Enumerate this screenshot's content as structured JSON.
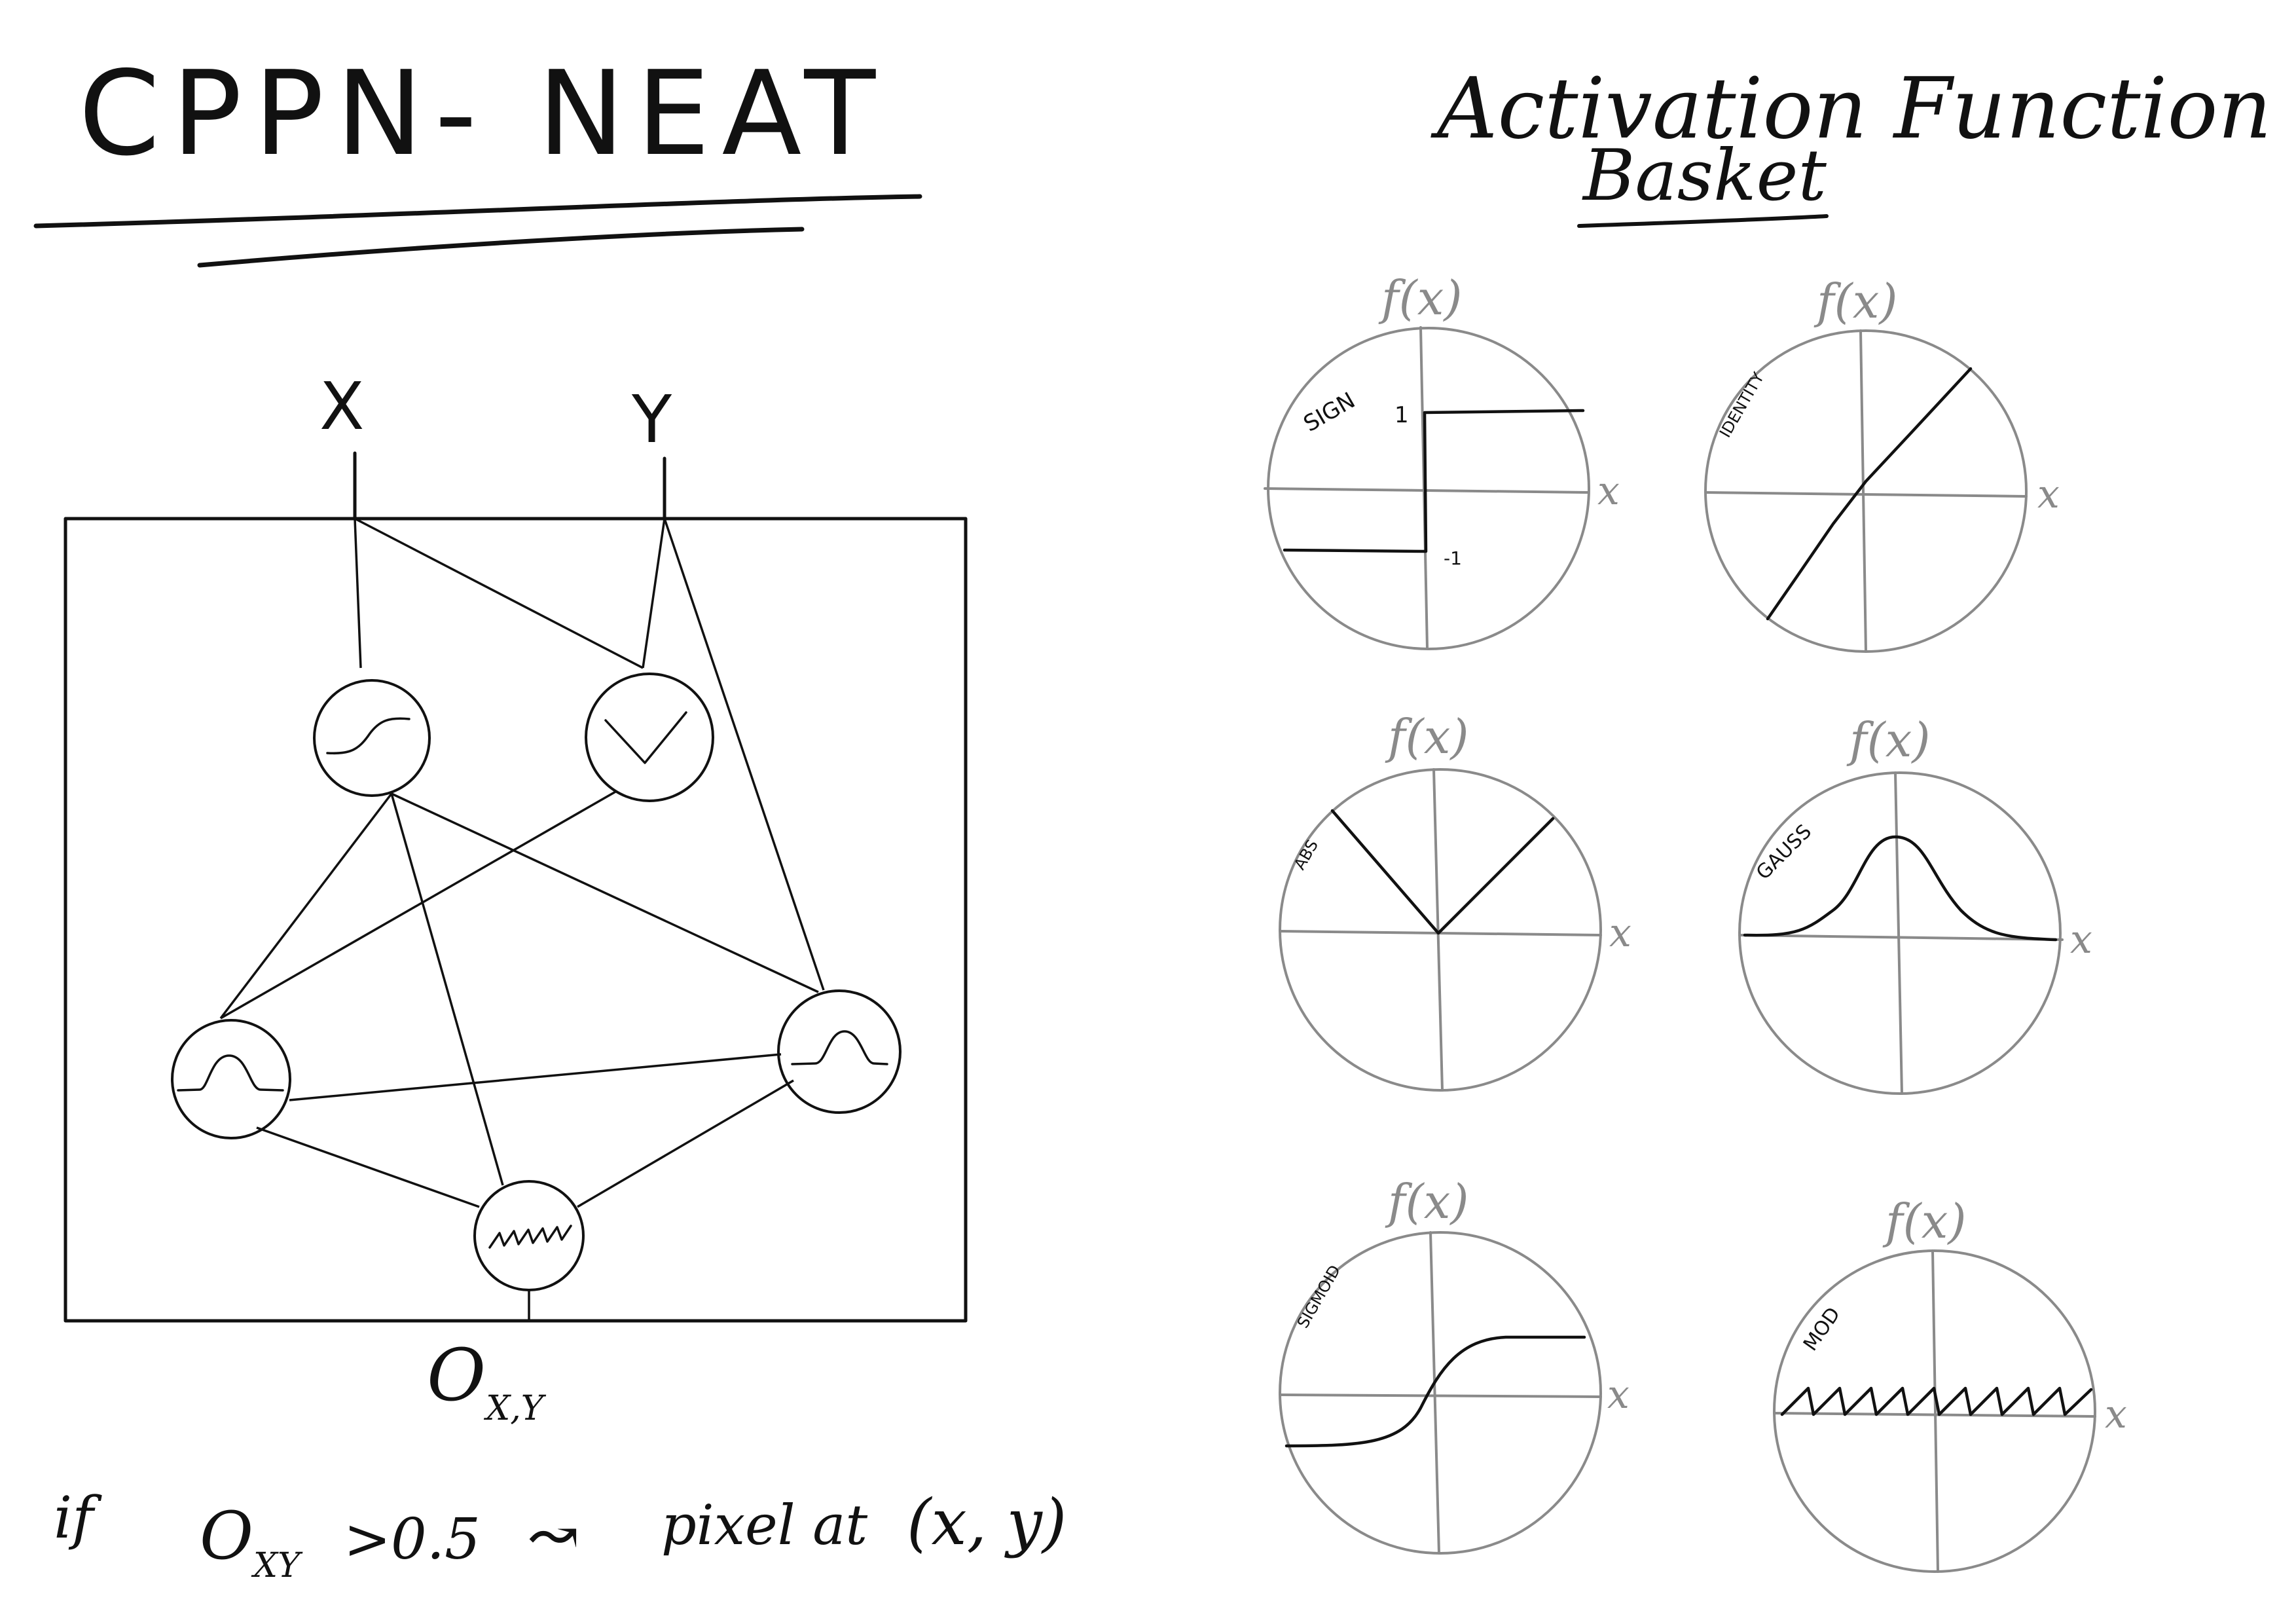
{
  "title": "CPPN- NEAT",
  "network": {
    "input_x_label": "X",
    "input_y_label": "Y",
    "output_label": "O",
    "output_subscript": "X,Y",
    "nodes": [
      {
        "id": "sigmoid-node",
        "icon": "sigmoid-icon"
      },
      {
        "id": "abs-node",
        "icon": "abs-icon"
      },
      {
        "id": "gauss-node-left",
        "icon": "gauss-icon"
      },
      {
        "id": "gauss-node-right",
        "icon": "gauss-icon"
      },
      {
        "id": "mod-node",
        "icon": "sawtooth-icon"
      }
    ]
  },
  "rule": {
    "if": "if",
    "o": "O",
    "sub": "XY",
    "cond": ">0.5",
    "arrow": "↝",
    "result": "pixel at",
    "coords": "(x, y)"
  },
  "basket": {
    "title_line1": "Activation Function",
    "title_line2": "Basket",
    "axis_y_label": "f(x)",
    "axis_x_label": "x",
    "functions": [
      {
        "name": "SIGN",
        "tick_high": "1",
        "tick_low": "-1"
      },
      {
        "name": "IDENTITY"
      },
      {
        "name": "ABS"
      },
      {
        "name": "GAUSS"
      },
      {
        "name": "SIGMOID"
      },
      {
        "name": "MOD"
      }
    ]
  }
}
